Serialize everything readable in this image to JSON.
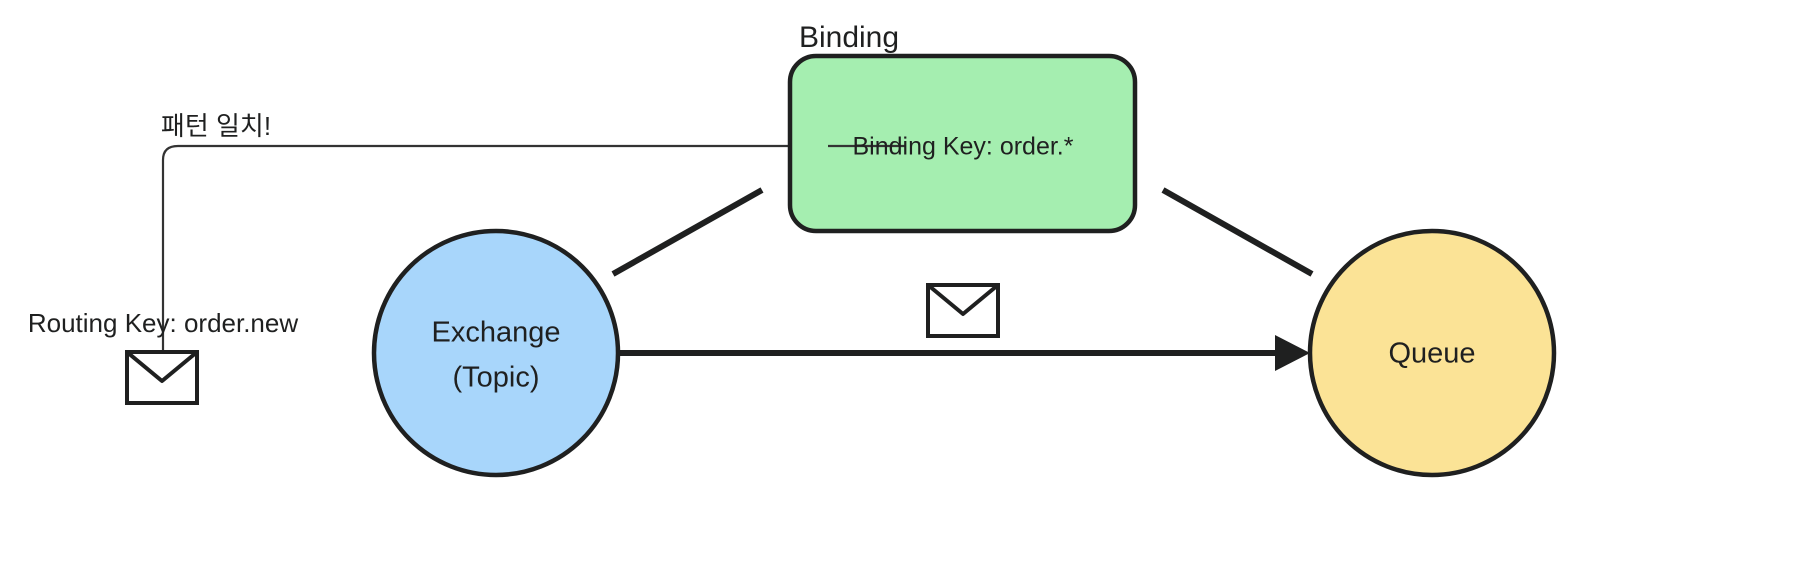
{
  "diagram": {
    "type": "flowchart",
    "title_label": "Binding",
    "nodes": {
      "exchange": {
        "label_line1": "Exchange",
        "label_line2": "(Topic)",
        "shape": "circle",
        "fill": "#a8d6fb",
        "stroke": "#1f2020"
      },
      "binding": {
        "label": "Binding Key: order.*",
        "shape": "rounded-rect",
        "fill": "#a5eeb0",
        "stroke": "#1f2020"
      },
      "queue": {
        "label": "Queue",
        "shape": "circle",
        "fill": "#fbe396",
        "stroke": "#1f2020"
      }
    },
    "labels": {
      "pattern_match": "패턴 일치!",
      "routing_key": "Routing Key: order.new",
      "binding_title": "Binding"
    },
    "icons": {
      "message_left": "envelope-icon",
      "message_middle": "envelope-icon"
    },
    "edges": [
      {
        "from": "routing-key",
        "to": "binding",
        "style": "thin-elbow"
      },
      {
        "from": "exchange",
        "to": "binding",
        "style": "thick-line"
      },
      {
        "from": "binding",
        "to": "queue",
        "style": "thick-line"
      },
      {
        "from": "exchange",
        "to": "queue",
        "style": "thick-arrow"
      }
    ],
    "colors": {
      "stroke": "#1f2020",
      "thin_stroke": "#333333",
      "background": "#ffffff"
    }
  }
}
